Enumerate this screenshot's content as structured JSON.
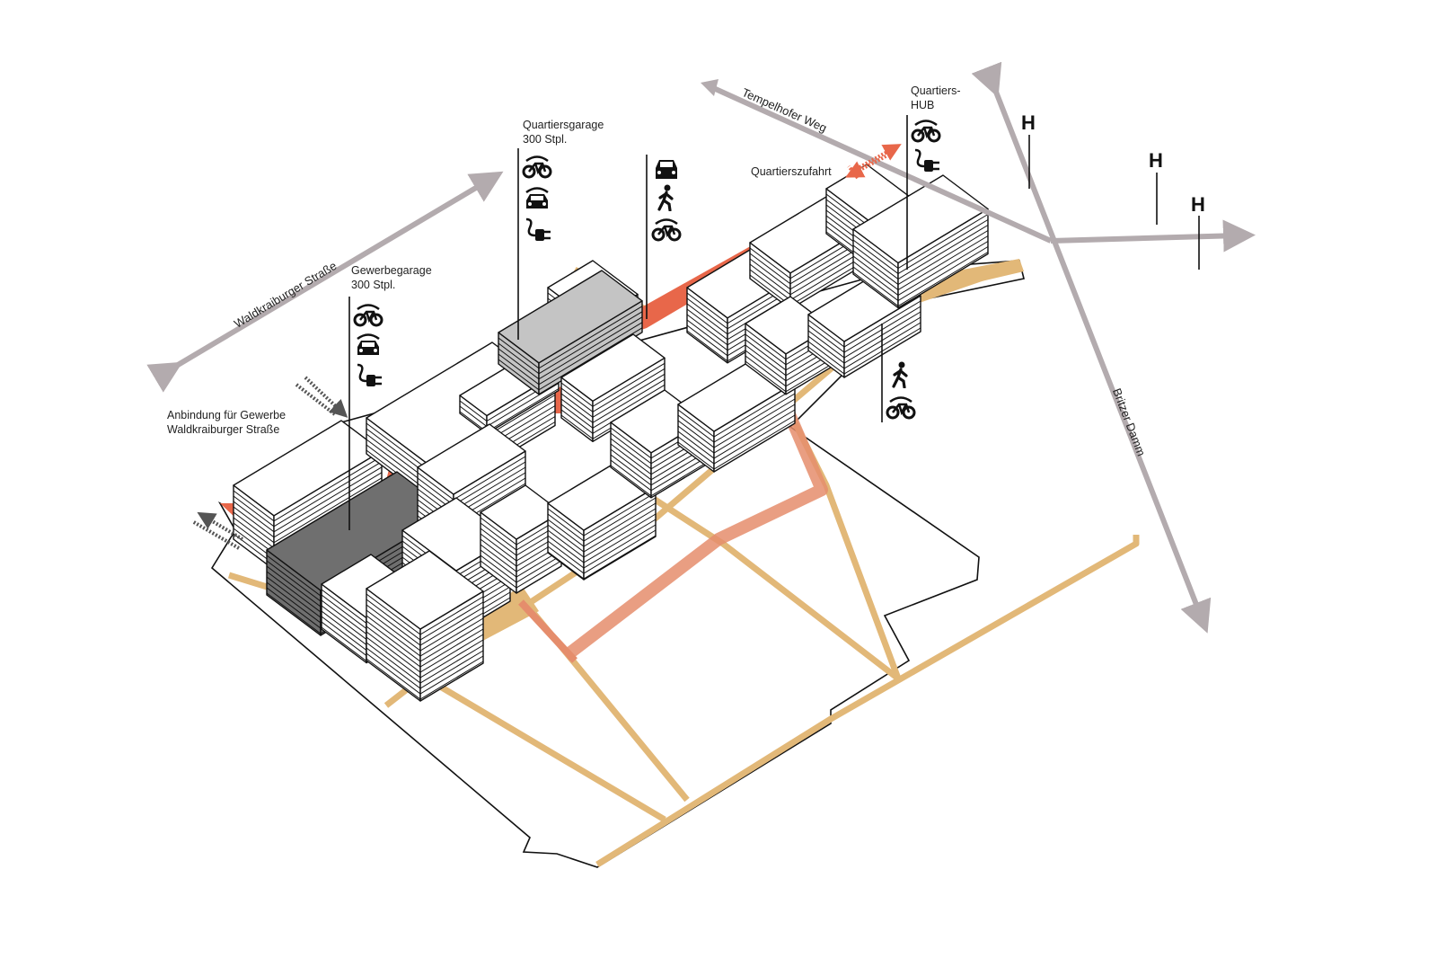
{
  "streets": {
    "waldkraiburger": "Waldkraiburger Straße",
    "tempelhofer": "Tempelhofer Weg",
    "britzer": "Britzer Damm"
  },
  "labels": {
    "quartiersgarage": [
      "Quartiersgarage",
      "300 Stpl."
    ],
    "gewerbegarage": [
      "Gewerbegarage",
      "300 Stpl."
    ],
    "anbindung": [
      "Anbindung für Gewerbe",
      "Waldkraiburger Straße"
    ],
    "hub": [
      "Quartiers-",
      "HUB"
    ],
    "zufahrt": "Quartierszufahrt"
  },
  "bus_stops": [
    "H",
    "H",
    "H"
  ],
  "icon_columns": {
    "quartiersgarage": [
      "bike-sharing-icon",
      "car-sharing-icon",
      "ev-charging-icon"
    ],
    "gewerbegarage": [
      "bike-sharing-icon",
      "car-sharing-icon",
      "ev-charging-icon"
    ],
    "main_street": [
      "car-icon",
      "pedestrian-icon",
      "bike-sharing-icon"
    ],
    "hub": [
      "bike-sharing-icon",
      "ev-charging-icon"
    ],
    "green_path": [
      "pedestrian-icon",
      "bike-sharing-icon"
    ]
  },
  "colors": {
    "street_arrow": "#b3abae",
    "path": "#e2b878",
    "path_main": "#e58d6c",
    "shared_space": "#e8674a",
    "hub_base": "#b3262e",
    "garage_light": "#c4c4c4",
    "garage_dark": "#6f6f6f"
  }
}
